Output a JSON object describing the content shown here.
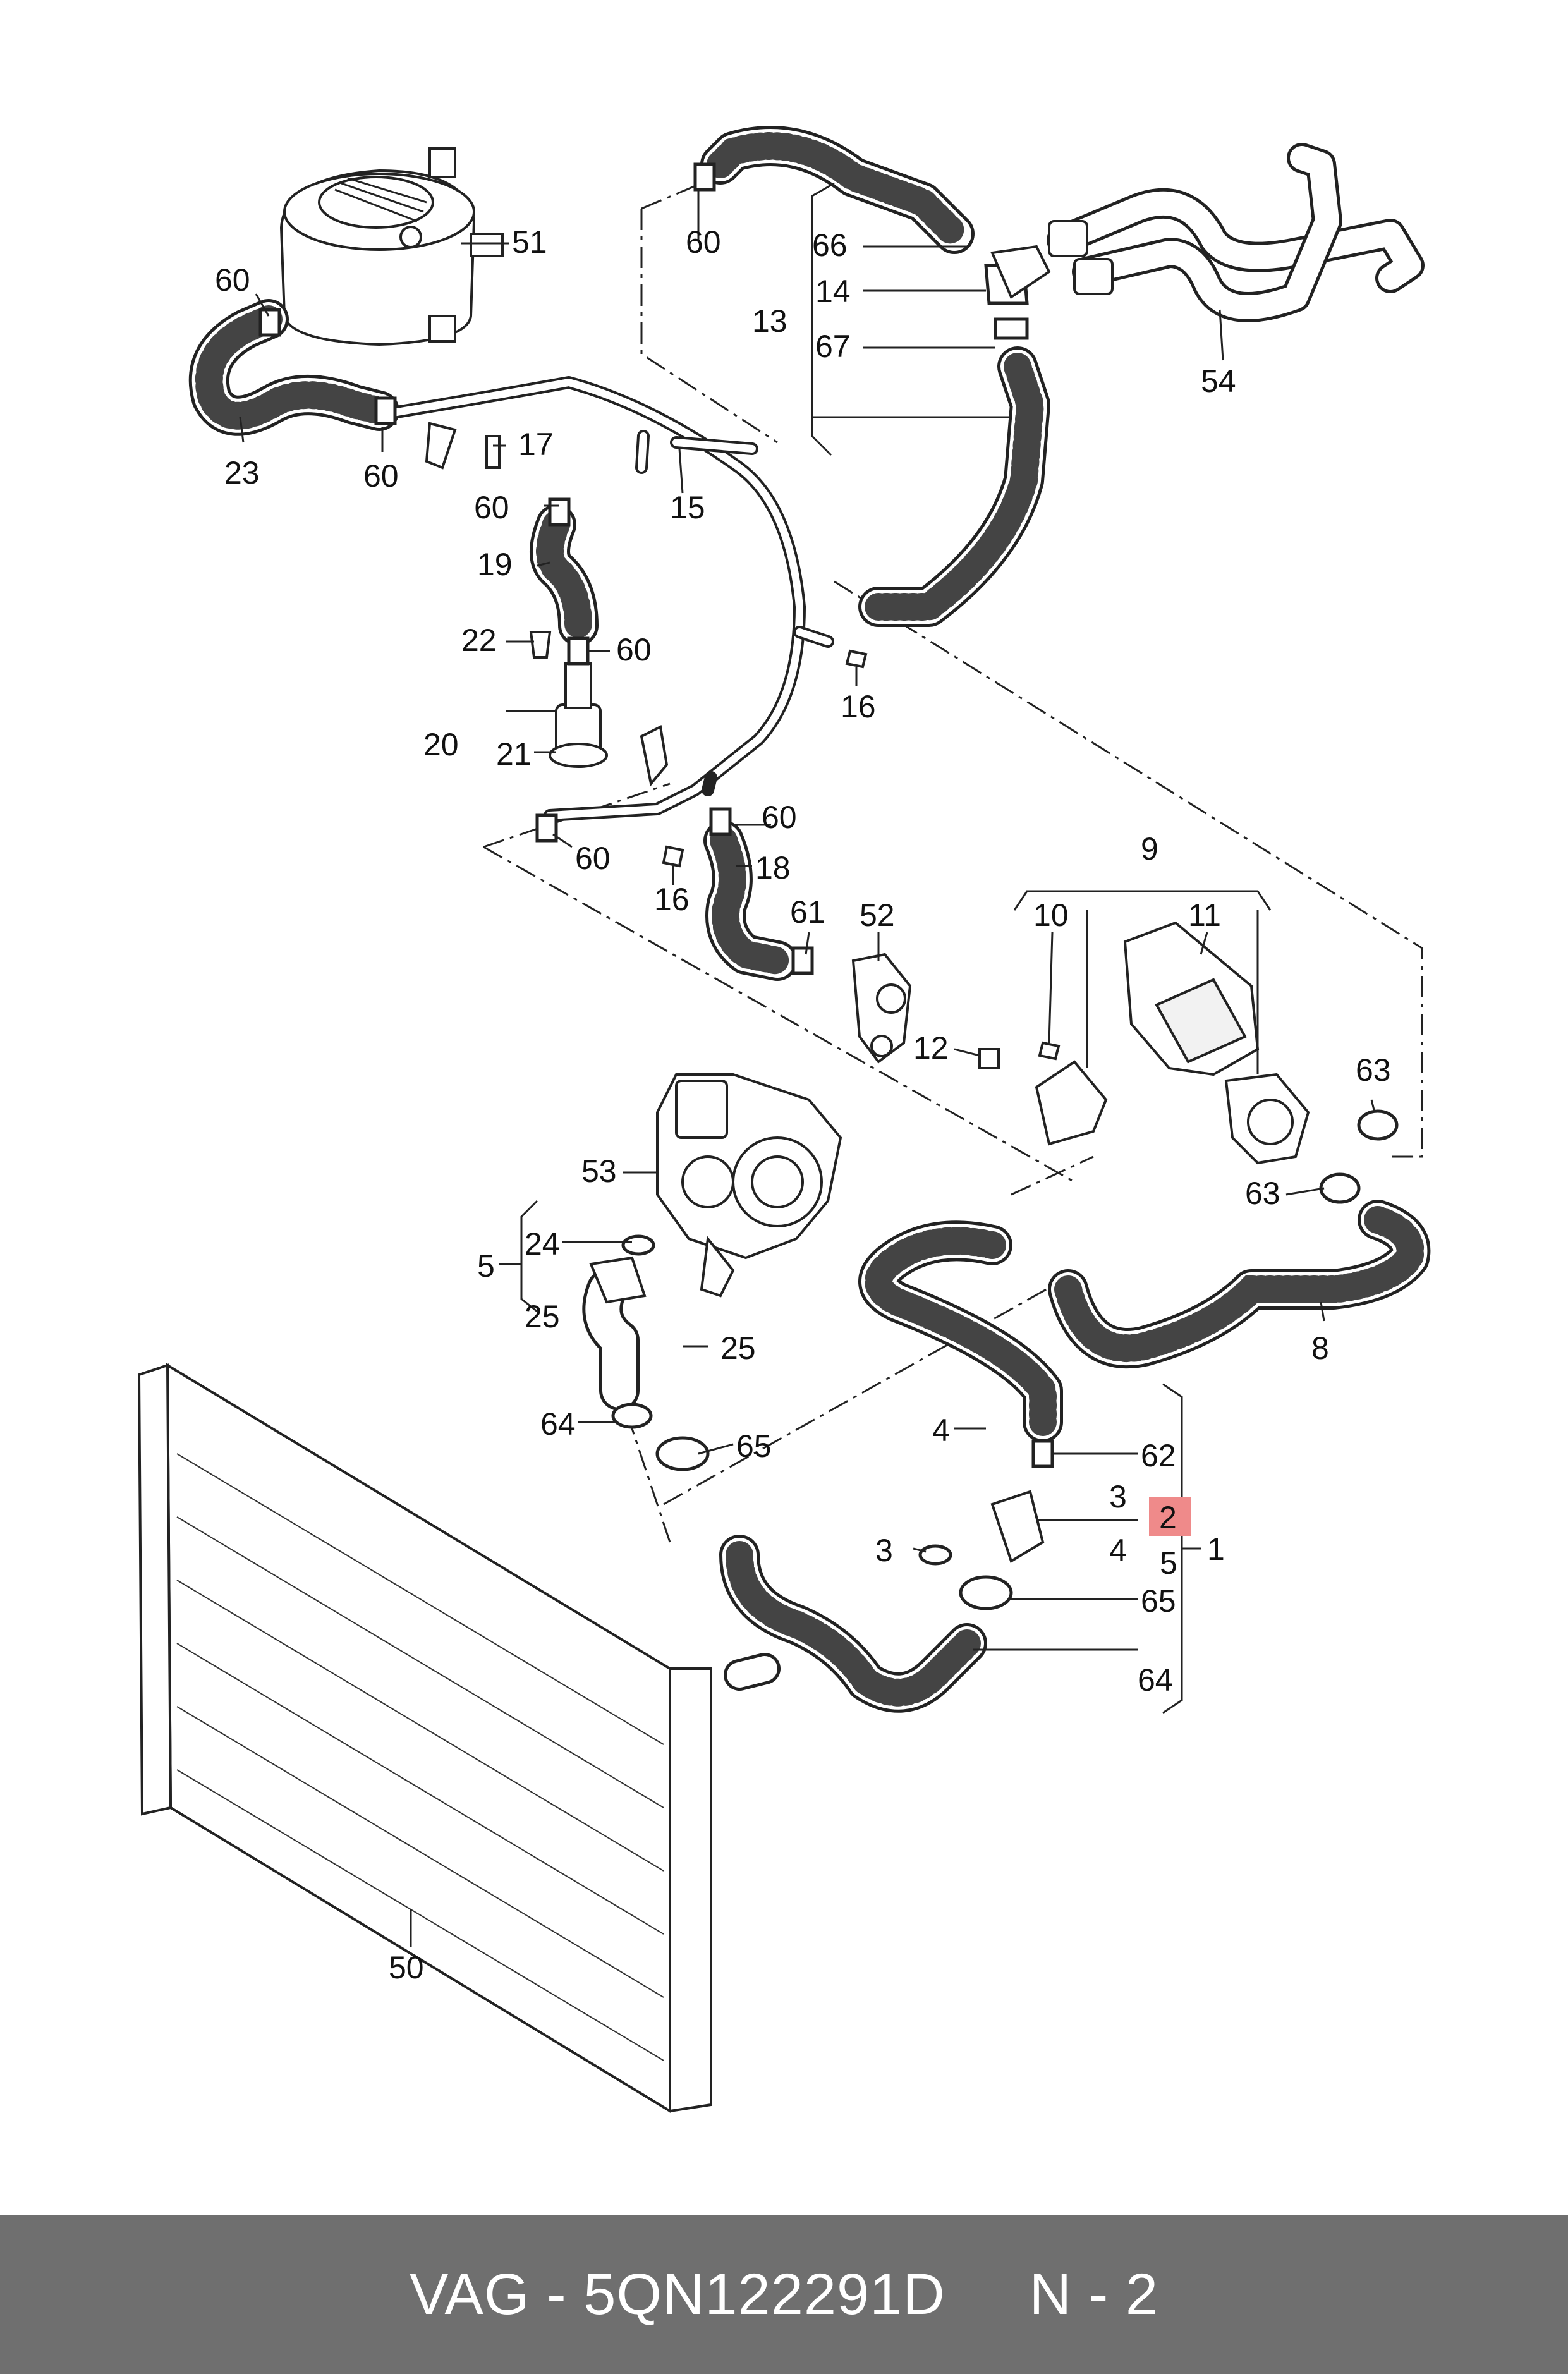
{
  "footer": {
    "caption": "VAG - 5QN122291D     N - 2"
  },
  "highlight": {
    "part": "2",
    "color": "#ef8a8a"
  },
  "callouts": [
    {
      "id": "c1",
      "text": "60"
    },
    {
      "id": "c2",
      "text": "51"
    },
    {
      "id": "c3",
      "text": "23"
    },
    {
      "id": "c4",
      "text": "60"
    },
    {
      "id": "c5",
      "text": "17"
    },
    {
      "id": "c6",
      "text": "60"
    },
    {
      "id": "c7",
      "text": "15"
    },
    {
      "id": "c8",
      "text": "19"
    },
    {
      "id": "c9",
      "text": "22"
    },
    {
      "id": "c10",
      "text": "60"
    },
    {
      "id": "c11",
      "text": "20"
    },
    {
      "id": "c12",
      "text": "21"
    },
    {
      "id": "c13",
      "text": "16"
    },
    {
      "id": "c14",
      "text": "60"
    },
    {
      "id": "c15",
      "text": "66"
    },
    {
      "id": "c16",
      "text": "14"
    },
    {
      "id": "c17",
      "text": "13"
    },
    {
      "id": "c18",
      "text": "67"
    },
    {
      "id": "c19",
      "text": "54"
    },
    {
      "id": "c20",
      "text": "60"
    },
    {
      "id": "c21",
      "text": "60"
    },
    {
      "id": "c22",
      "text": "18"
    },
    {
      "id": "c23",
      "text": "16"
    },
    {
      "id": "c24",
      "text": "61"
    },
    {
      "id": "c25",
      "text": "52"
    },
    {
      "id": "c26",
      "text": "9"
    },
    {
      "id": "c27",
      "text": "10"
    },
    {
      "id": "c28",
      "text": "11"
    },
    {
      "id": "c29",
      "text": "12"
    },
    {
      "id": "c30",
      "text": "63"
    },
    {
      "id": "c31",
      "text": "63"
    },
    {
      "id": "c32",
      "text": "53"
    },
    {
      "id": "c33",
      "text": "24"
    },
    {
      "id": "c34",
      "text": "5"
    },
    {
      "id": "c35",
      "text": "25"
    },
    {
      "id": "c36",
      "text": "25"
    },
    {
      "id": "c37",
      "text": "8"
    },
    {
      "id": "c38",
      "text": "64"
    },
    {
      "id": "c39",
      "text": "65"
    },
    {
      "id": "c40",
      "text": "4"
    },
    {
      "id": "c41",
      "text": "62"
    },
    {
      "id": "c42",
      "text": "3"
    },
    {
      "id": "c43",
      "text": "2"
    },
    {
      "id": "c44",
      "text": "1"
    },
    {
      "id": "c45",
      "text": "3"
    },
    {
      "id": "c46",
      "text": "4"
    },
    {
      "id": "c47",
      "text": "5"
    },
    {
      "id": "c48",
      "text": "65"
    },
    {
      "id": "c49",
      "text": "64"
    },
    {
      "id": "c50",
      "text": "50"
    }
  ]
}
